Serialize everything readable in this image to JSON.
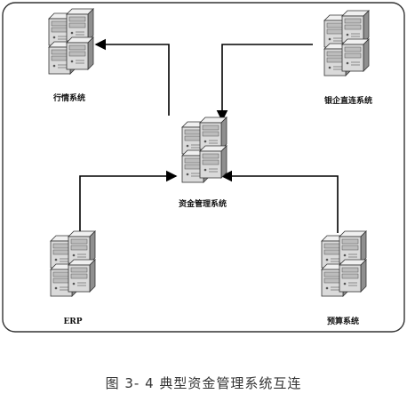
{
  "nodes": {
    "market": {
      "label": "行情系统",
      "icon": "server-rack-icon"
    },
    "bank": {
      "label": "银企直连系统",
      "icon": "server-rack-icon"
    },
    "treasury": {
      "label": "资金管理系统",
      "icon": "server-rack-icon"
    },
    "erp": {
      "label": "ERP",
      "icon": "server-rack-icon"
    },
    "budget": {
      "label": "预算系统",
      "icon": "server-rack-icon"
    }
  },
  "caption": "图 3- 4 典型资金管理系统互连",
  "colors": {
    "frame": "#333333",
    "arrow": "#000000",
    "server_front": "#dcdcdc",
    "server_side": "#9c9c9c",
    "server_top": "#eeeeee"
  }
}
